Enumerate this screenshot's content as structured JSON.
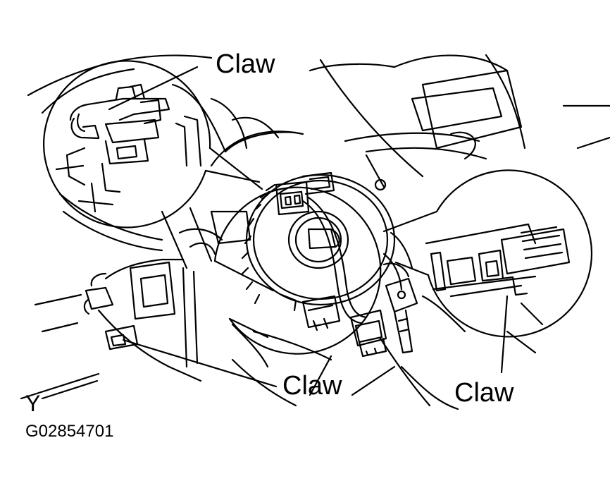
{
  "labels": {
    "claw_top": "Claw",
    "claw_middle": "Claw",
    "claw_right": "Claw",
    "y_marker": "Y",
    "figure_code": "G02854701"
  },
  "colors": {
    "ink": "#000000",
    "paper": "#ffffff"
  }
}
